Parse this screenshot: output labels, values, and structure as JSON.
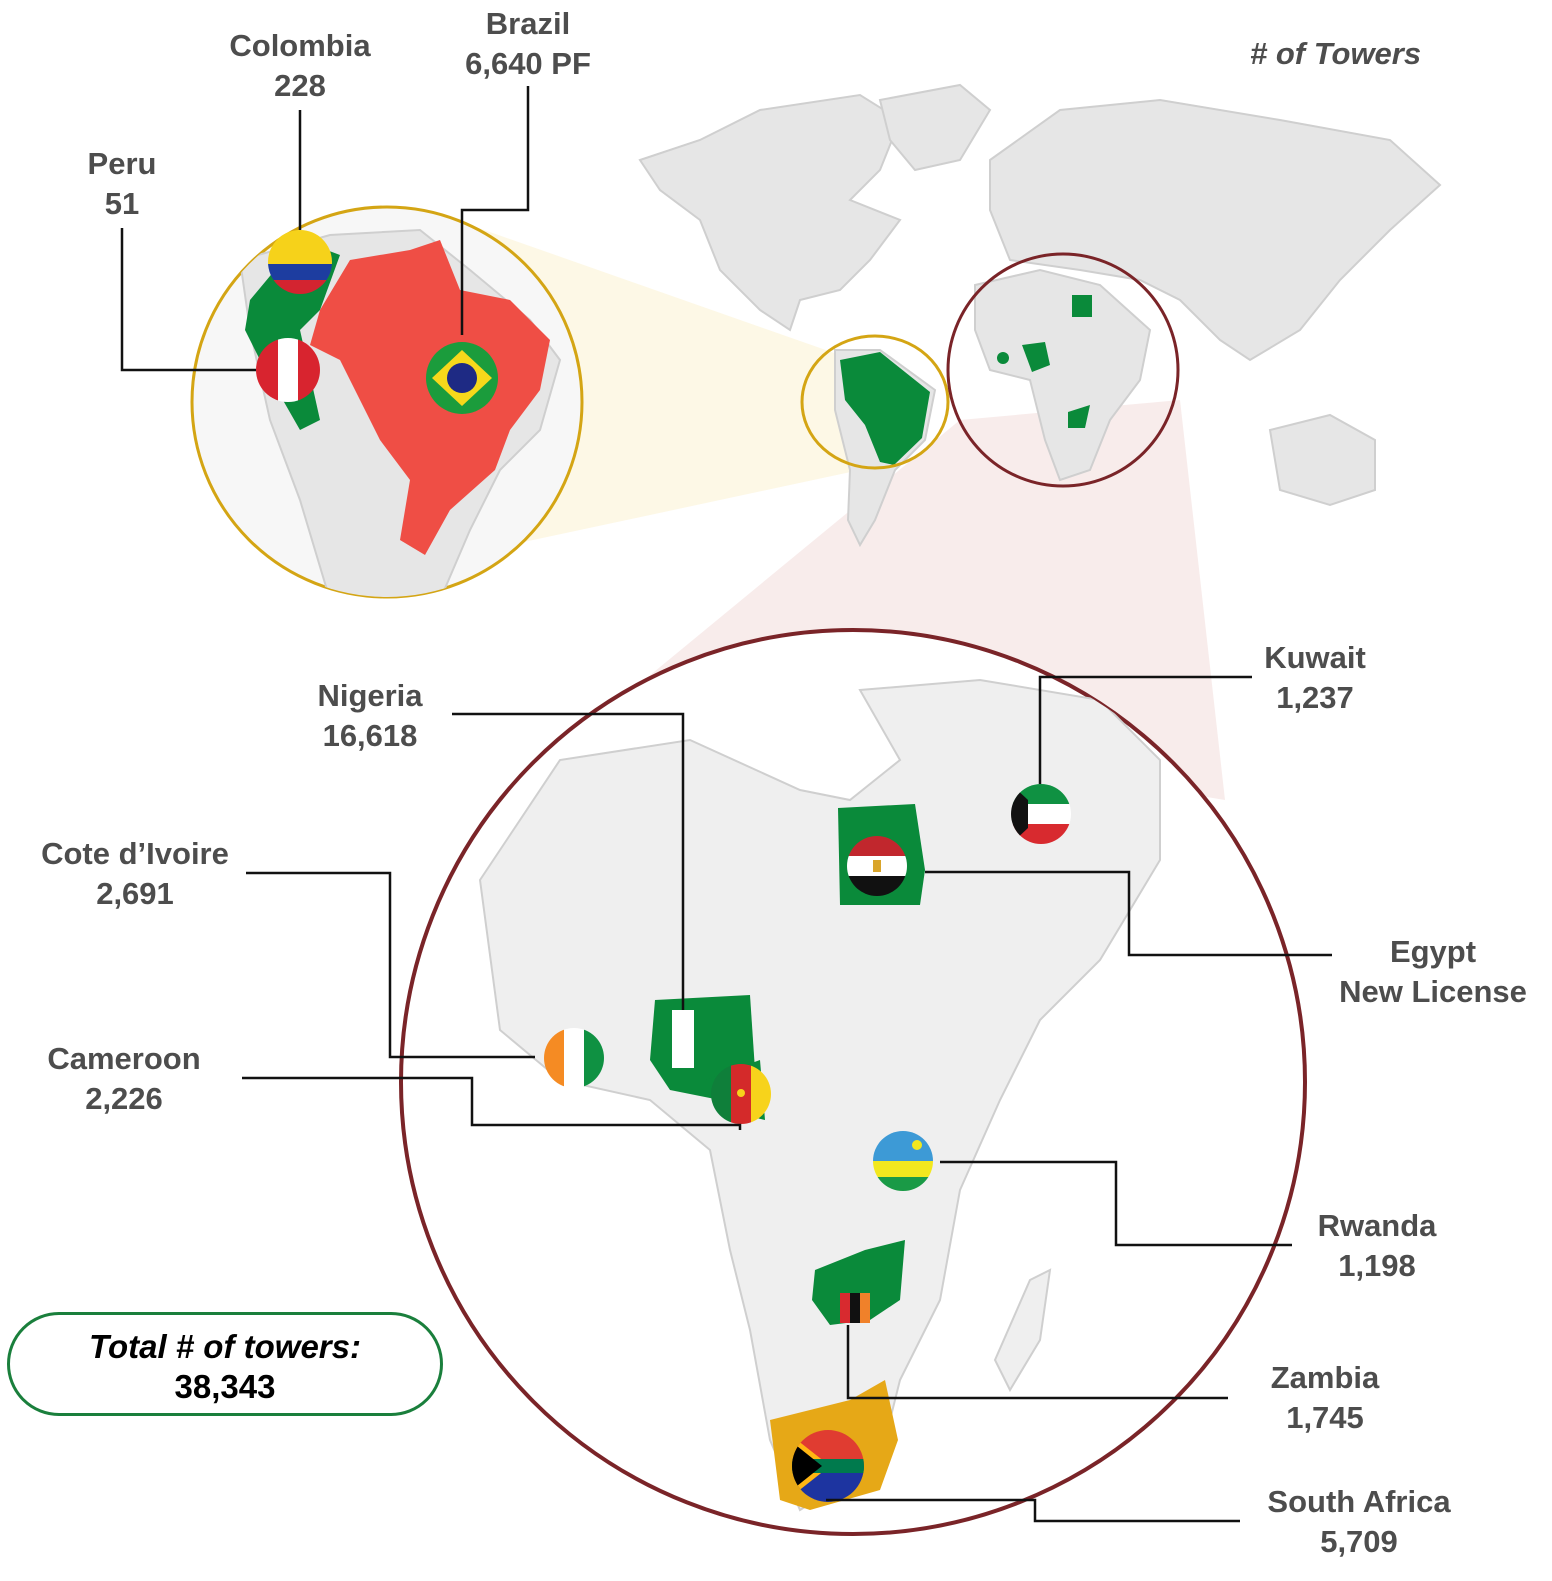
{
  "legend": {
    "title": "# of Towers"
  },
  "total": {
    "label": "Total # of towers:",
    "value": "38,343"
  },
  "colors": {
    "land": "#e6e6e6",
    "land_border": "#c8c8c8",
    "highlight_green": "#0a8a3a",
    "brazil_red": "#ef4e45",
    "south_africa_gold": "#e6a817",
    "latam_ring": "#d4a514",
    "africa_ring": "#7a2428",
    "total_border": "#1a7f3c",
    "label_text": "#4d4d4d"
  },
  "regions": {
    "latin_america": {
      "countries": [
        {
          "name": "Colombia",
          "value": "228"
        },
        {
          "name": "Brazil",
          "value": "6,640 PF"
        },
        {
          "name": "Peru",
          "value": "51"
        }
      ]
    },
    "africa_middle_east": {
      "countries": [
        {
          "name": "Nigeria",
          "value": "16,618"
        },
        {
          "name": "Kuwait",
          "value": "1,237"
        },
        {
          "name": "Cote d’Ivoire",
          "value": "2,691"
        },
        {
          "name": "Egypt",
          "value": "New License"
        },
        {
          "name": "Cameroon",
          "value": "2,226"
        },
        {
          "name": "Rwanda",
          "value": "1,198"
        },
        {
          "name": "Zambia",
          "value": "1,745"
        },
        {
          "name": "South Africa",
          "value": "5,709"
        }
      ]
    }
  }
}
